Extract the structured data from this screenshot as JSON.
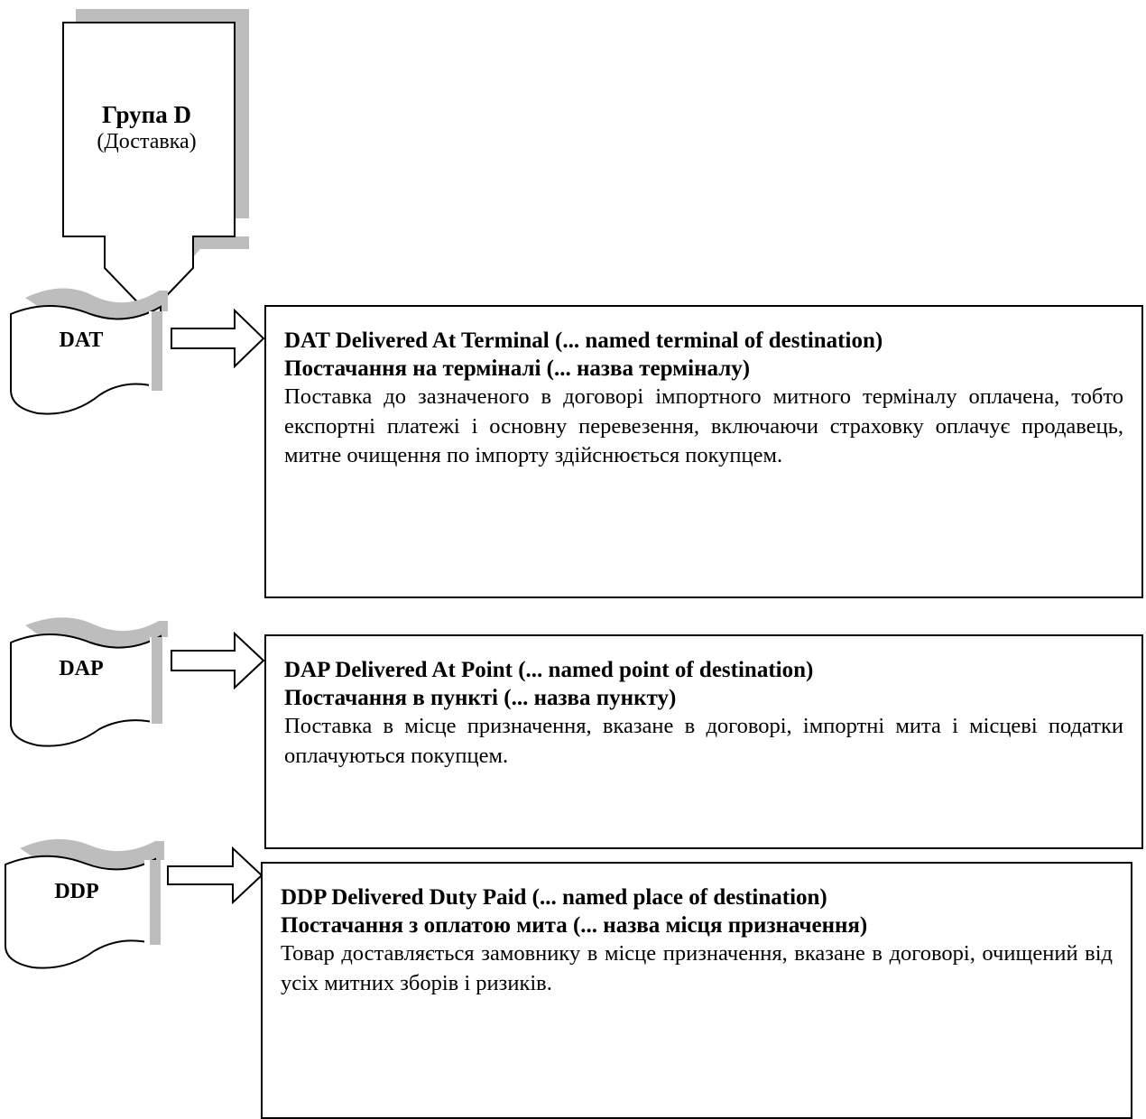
{
  "header": {
    "title": "Група D",
    "subtitle": "(Доставка)"
  },
  "terms": [
    {
      "code": "DAT",
      "title_en": "DAT Delivered At Terminal (... named terminal of destination)",
      "title_uk": "Постачання на терміналі (... назва терміналу)",
      "description": "Поставка до зазначеного в договорі імпортного митного терміналу оплачена, тобто експортні платежі і основну перевезення, включаючи страховку оплачує продавець, митне очищення по імпорту здійснюється покупцем."
    },
    {
      "code": "DAP",
      "title_en": "DAP Delivered At Point (... named point of destination)",
      "title_uk": "Постачання в пункті (... назва пункту)",
      "description": "Поставка в місце призначення, вказане в договорі, імпортні мита і місцеві податки оплачуються покупцем."
    },
    {
      "code": "DDP",
      "title_en": "DDP Delivered Duty Paid (... named place of destination)",
      "title_uk": "Постачання з оплатою мита (... назва місця призначення)",
      "description": "Товар доставляється замовнику в місце призначення, вказане в договорі, очищений від усіх митних зборів і ризиків."
    }
  ],
  "colors": {
    "shadow": "#bdbdbd",
    "stroke": "#000000"
  }
}
